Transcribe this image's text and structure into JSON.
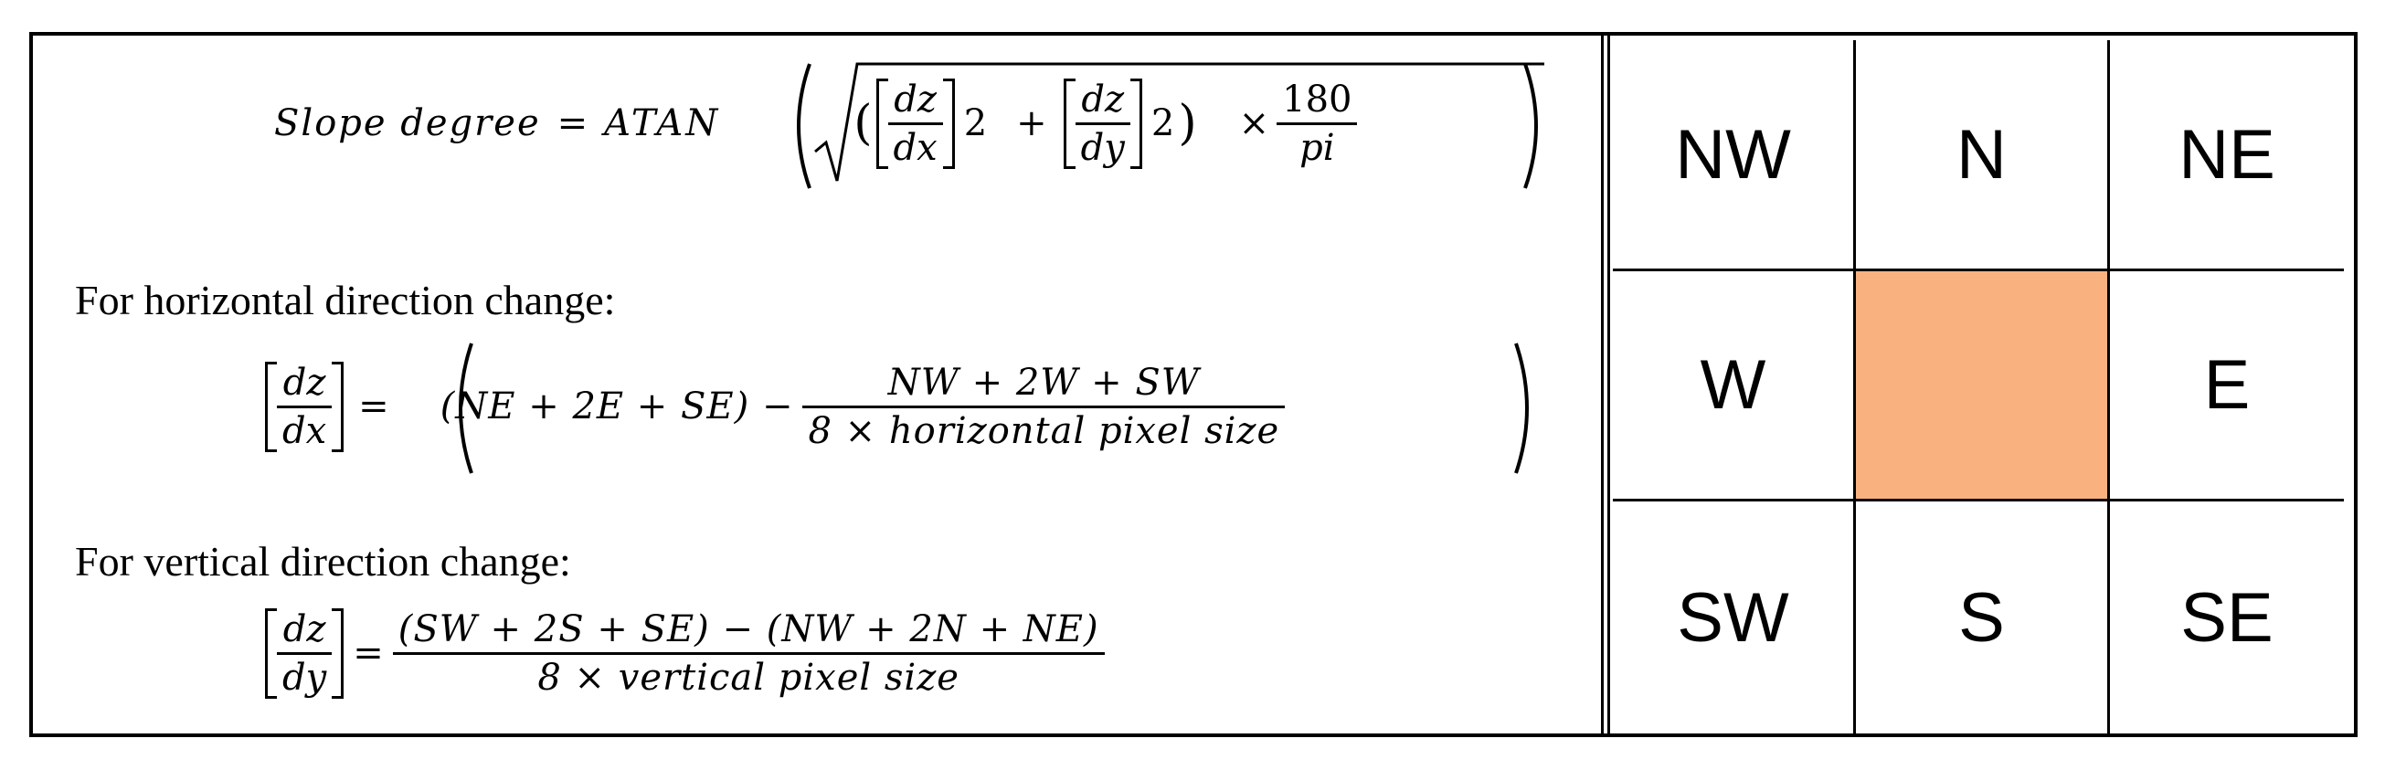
{
  "slope": {
    "lhs": "Slope degree",
    "eq": "=",
    "func": "ATAN",
    "dz": "dz",
    "dx": "dx",
    "dy": "dy",
    "pow": "2",
    "plus": "+",
    "times": "×",
    "num": "180",
    "den": "pi"
  },
  "horizontal": {
    "label": "For horizontal direction change:",
    "dz": "dz",
    "dx": "dx",
    "eq": "=",
    "term1": "(NE + 2E + SE) −",
    "num": "NW + 2W + SW",
    "den": "8 × horizontal pixel size"
  },
  "vertical": {
    "label": "For vertical direction change:",
    "dz": "dz",
    "dy": "dy",
    "eq": "=",
    "num": "(SW + 2S + SE) − (NW + 2N + NE)",
    "den": "8 × vertical pixel size"
  },
  "grid": {
    "cells": [
      "NW",
      "N",
      "NE",
      "W",
      "",
      "E",
      "SW",
      "S",
      "SE"
    ],
    "center_color": "#F9B27F"
  }
}
